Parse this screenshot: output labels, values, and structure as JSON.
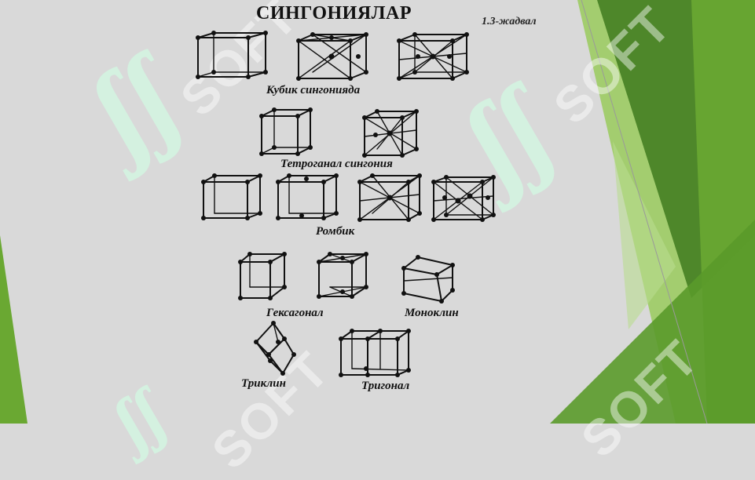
{
  "slide": {
    "title": "СИНГОНИЯЛАР",
    "table_ref": "1.3-жадвал",
    "watermark_text": "SOFT",
    "watermark_logo": "ʃʃ",
    "colors": {
      "background": "#d9d9d9",
      "green_dark": "#3f7a1f",
      "green_mid": "#6aa832",
      "green_light": "#9ccb63"
    }
  },
  "groups": [
    {
      "caption": "Кубик сингонияда",
      "icons": [
        "primitive-cube-icon",
        "face-centered-cube-icon",
        "body-centered-cube-icon"
      ]
    },
    {
      "caption": "Тетроганал сингония",
      "icons": [
        "tetragonal-primitive-icon",
        "tetragonal-body-centered-icon"
      ]
    },
    {
      "caption": "Ромбик",
      "icons": [
        "rhombic-primitive-icon",
        "rhombic-base-centered-icon",
        "rhombic-body-centered-icon",
        "rhombic-face-centered-icon"
      ]
    },
    {
      "caption": "Гексагонал",
      "icons": [
        "hexagonal-prism-icon",
        "hexagonal-centered-icon"
      ]
    },
    {
      "caption": "Моноклин",
      "icons": [
        "monoclinic-icon"
      ]
    },
    {
      "caption": "Триклин",
      "icons": [
        "triclinic-icon"
      ]
    },
    {
      "caption": "Тригонал",
      "icons": [
        "trigonal-icon"
      ]
    }
  ]
}
